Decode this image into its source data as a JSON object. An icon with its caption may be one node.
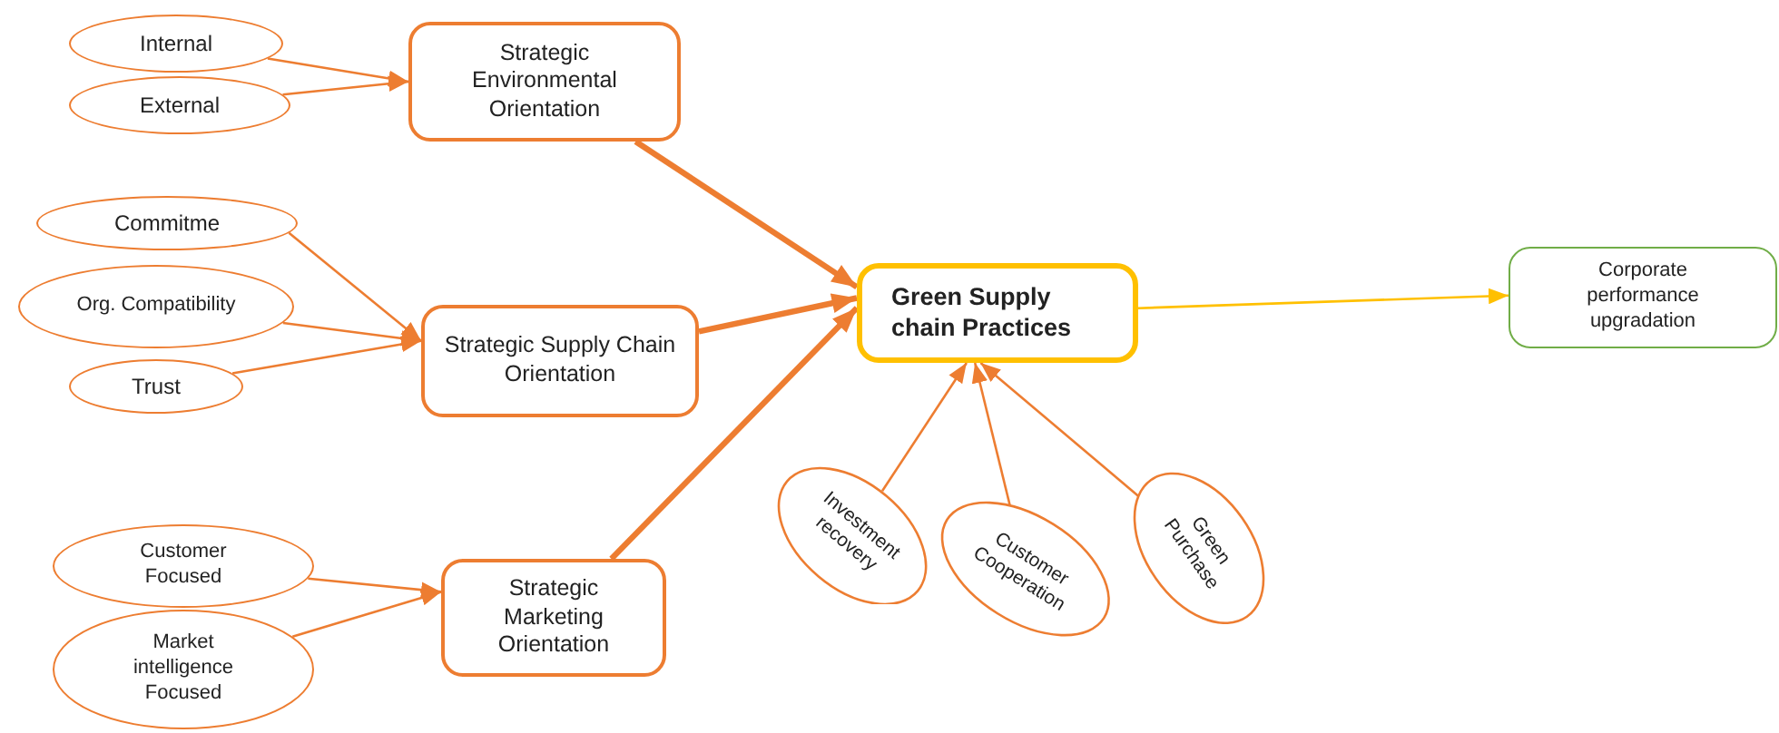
{
  "diagram": {
    "nodes": [
      {
        "text": [
          "Internal"
        ]
      },
      {
        "text": [
          "External"
        ]
      },
      {
        "text": [
          "Strategic Environmental Orientation"
        ]
      },
      {
        "text": [
          "Commitme"
        ]
      },
      {
        "text": [
          "Org. Compatibility"
        ]
      },
      {
        "text": [
          "Trust"
        ]
      },
      {
        "text": [
          "Strategic Supply Chain Orientation"
        ]
      },
      {
        "text": [
          "Customer Focused"
        ]
      },
      {
        "text": [
          "Market intelligence Focused"
        ]
      },
      {
        "text": [
          "Strategic Marketing Orientation"
        ]
      },
      {
        "text": [
          "Green Supply chain Practices"
        ]
      },
      {
        "text": [
          "Corporate performance upgradation"
        ]
      },
      {
        "text": [
          "Investment recovery"
        ]
      },
      {
        "text": [
          "Customer Cooperation"
        ]
      },
      {
        "text": [
          "Green Purchase"
        ]
      }
    ],
    "edges": [
      {
        "from": 0,
        "to": 2,
        "arrow": "to"
      },
      {
        "from": 1,
        "to": 2,
        "arrow": "to"
      },
      {
        "from": 3,
        "to": 6,
        "arrow": "to"
      },
      {
        "from": 4,
        "to": 6,
        "arrow": "to"
      },
      {
        "from": 5,
        "to": 6,
        "arrow": "to"
      },
      {
        "from": 7,
        "to": 9,
        "arrow": "to"
      },
      {
        "from": 8,
        "to": 9,
        "arrow": "to"
      },
      {
        "from": 2,
        "to": 10,
        "arrow": "to",
        "style": "thick"
      },
      {
        "from": 6,
        "to": 10,
        "arrow": "to",
        "style": "thick"
      },
      {
        "from": 9,
        "to": 10,
        "arrow": "to",
        "style": "thick"
      },
      {
        "from": 10,
        "to": 11,
        "arrow": "to",
        "color": "#ffc000"
      },
      {
        "from": 12,
        "to": 10,
        "arrow": "to"
      },
      {
        "from": 13,
        "to": 10,
        "arrow": "to"
      },
      {
        "from": 14,
        "to": 10,
        "arrow": "to"
      }
    ]
  }
}
